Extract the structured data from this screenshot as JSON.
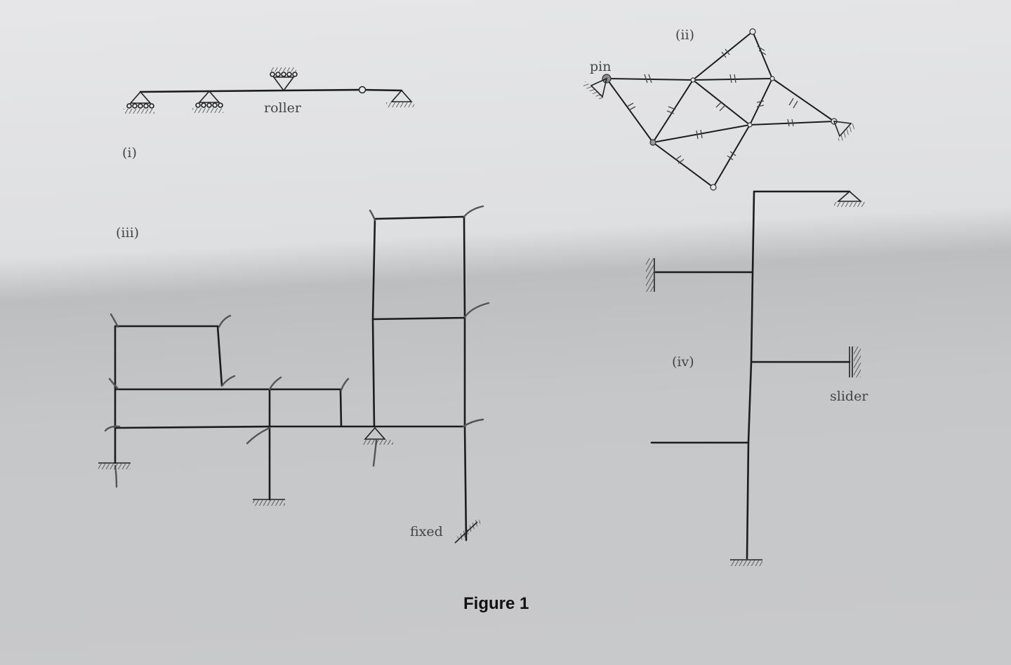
{
  "labels": {
    "part_i": "(i)",
    "part_ii": "(ii)",
    "part_iii": "(iii)",
    "part_iv": "(iv)",
    "roller": "roller",
    "pin": "pin",
    "fixed": "fixed",
    "slider": "slider"
  },
  "caption": "Figure 1",
  "colors": {
    "ink": "#1c1c1c",
    "paper": "#e2e3e5"
  }
}
